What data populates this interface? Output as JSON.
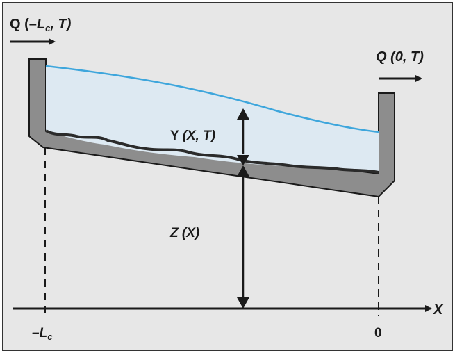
{
  "diagram": {
    "colors": {
      "background": "#e7e7e7",
      "frame": "#333333",
      "channel_wall": "#8d8d8d",
      "water_fill": "#dde9f2",
      "water_surface": "#3ea6dc",
      "bed": "#2b2b2b",
      "lines": "#1a1a1a"
    },
    "labels": {
      "inflow": {
        "prefix": "Q (–",
        "var": "L",
        "sub": "c",
        "suffix": ", T)"
      },
      "outflow": "Q (0, T)",
      "depth": {
        "prefix": "Y ",
        "vars": "(X, T)"
      },
      "elevation": "Z (X)",
      "x_axis": "X",
      "left_tick": {
        "var": "–L",
        "sub": "c"
      },
      "right_tick": "0"
    }
  }
}
